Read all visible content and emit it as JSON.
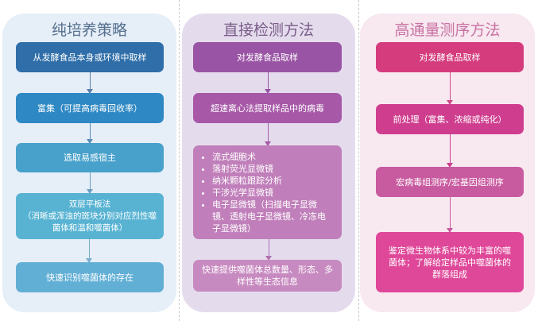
{
  "columns": [
    {
      "title": "纯培养策略",
      "steps": [
        "从发酵食品本身或环境中取样",
        "富集（可提高病毒回收率）",
        "选取易感宿主",
        "双层平板法\n（消晰或浑浊的斑块分别对应烈性噬菌体和温和噬菌体）",
        "快速识别噬菌体的存在"
      ]
    },
    {
      "title": "直接检测方法",
      "steps": [
        "对发酵食品取样",
        "超速离心法提取样品中的病毒"
      ],
      "methods": [
        "流式细胞术",
        "落射荧光显微镜",
        "纳米颗粒跟踪分析",
        "干涉光学显微镜",
        "电子显微镜（扫描电子显微镜、透射电子显微镜、冷冻电子显微镜）"
      ],
      "result": "快速提供噬菌体总数量、形态、多样性等生态信息"
    },
    {
      "title": "高通量测序方法",
      "steps": [
        "对发酵食品取样",
        "前处理（富集、浓缩或纯化）",
        "宏病毒组测序/宏基因组测序",
        "鉴定微生物体系中较为丰富的噬菌体；了解给定样品中噬菌体的群落组成"
      ]
    }
  ],
  "colors": {
    "panel1": "#e6eef8",
    "panel2": "#e4dced",
    "panel3": "#f8e8f0"
  }
}
